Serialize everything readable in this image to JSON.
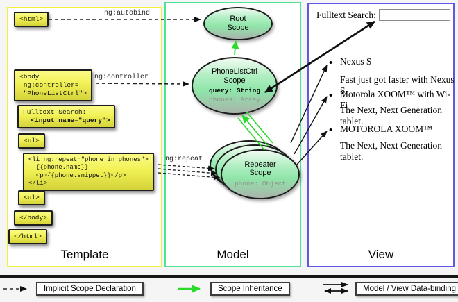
{
  "panels": {
    "template_label": "Template",
    "model_label": "Model",
    "view_label": "View"
  },
  "template": {
    "html_open": "<html>",
    "body_open": "<body\n ng:controller=\n \"PhoneListCtrl\">",
    "search_label": "Fulltext Search:",
    "search_code": "  <input name=\"query\">",
    "ul_open": "<ul>",
    "li_repeat": "<li ng:repeat=\"phone in phones\">\n  {{phone.name}}\n  <p>{{phone.snippet}}</p>\n</li>",
    "ul_close": "<ul>",
    "body_close": "</body>",
    "html_close": "</html>"
  },
  "annotations": {
    "autobind": "ng:autobind",
    "controller": "ng:controller",
    "repeat": "ng:repeat"
  },
  "model": {
    "root_scope_title": "Root\nScope",
    "phonelistctrl_title": "PhoneListCtrl\nScope",
    "prop_query": "query: String",
    "prop_phones": "phones: Array",
    "repeater_title": "Repeater\nScope",
    "prop_phone": "phone: Object"
  },
  "view": {
    "search_label": "Fulltext Search:",
    "search_value": "",
    "bullet": "•",
    "items": [
      {
        "title": "Nexus S",
        "snippet": "Fast just got faster with Nexus S."
      },
      {
        "title": "Motorola XOOM™  with Wi-Fi",
        "snippet": "The Next, Next Generation tablet."
      },
      {
        "title": "MOTOROLA XOOM™",
        "snippet": "The Next, Next Generation tablet."
      }
    ]
  },
  "legend": {
    "implicit": "Implicit Scope Declaration",
    "inheritance": "Scope Inheritance",
    "databinding": "Model / View Data-binding"
  },
  "colors": {
    "template_border": "#f2f23a",
    "model_border": "#4fe495",
    "view_border": "#6156ea",
    "green_arrow": "#2bdb2b",
    "scope_fill_mid": "#8fe6a9",
    "codebox_fill": "#f1f155"
  }
}
